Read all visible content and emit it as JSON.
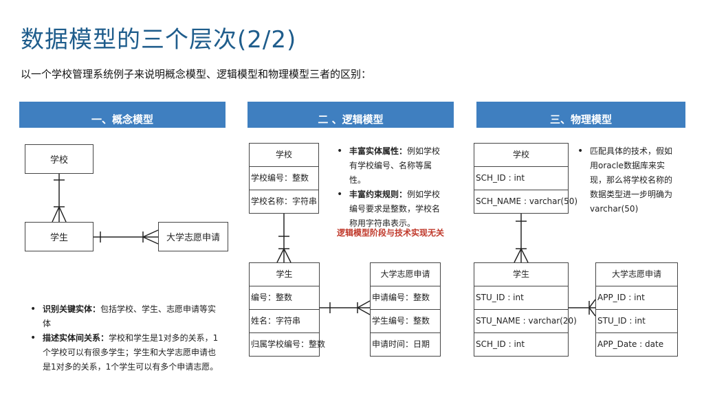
{
  "title": "数据模型的三个层次(2/2)",
  "subtitle": "以一个学校管理系统例子来说明概念模型、逻辑模型和物理模型三者的区别：",
  "headers": {
    "conceptual": "一、概念模型",
    "logical": "二 、逻辑模型",
    "physical": "三、物理模型"
  },
  "conceptual": {
    "school": "学校",
    "student": "学生",
    "application": "大学志愿申请",
    "notes": [
      {
        "bold": "识别关键实体：",
        "text": "包括学校、学生、志愿申请等实体"
      },
      {
        "bold": "描述实体间关系：",
        "text": "学校和学生是1对多的关系，1个学校可以有很多学生；学生和大学志愿申请也是1对多的关系，1个学生可以有多个申请志愿。"
      }
    ]
  },
  "logical": {
    "school": {
      "name": "学校",
      "fields": [
        "学校编号：整数",
        "学校名称：字符串"
      ]
    },
    "student": {
      "name": "学生",
      "fields": [
        "编号：整数",
        "姓名：字符串",
        "归属学校编号：整数"
      ]
    },
    "application": {
      "name": "大学志愿申请",
      "fields": [
        "申请编号：整数",
        "学生编号：整数",
        "申请时间：日期"
      ]
    },
    "notes": [
      {
        "bold": "丰富实体属性：",
        "text": "例如学校有学校编号、名称等属性。"
      },
      {
        "bold": "丰富约束规则：",
        "text": "例如学校编号要求是整数，学校名称用字符串表示。"
      }
    ],
    "remark": "逻辑模型阶段与技术实现无关"
  },
  "physical": {
    "school": {
      "name": "学校",
      "fields": [
        "SCH_ID : int",
        "SCH_NAME : varchar(50)"
      ]
    },
    "student": {
      "name": "学生",
      "fields": [
        "STU_ID : int",
        "STU_NAME : varchar(20)",
        "SCH_ID : int"
      ]
    },
    "application": {
      "name": "大学志愿申请",
      "fields": [
        "APP_ID : int",
        "STU_ID : int",
        "APP_Date : date"
      ]
    },
    "notes": [
      {
        "bold": "",
        "text": "匹配具体的技术，假如用oracle数据库来实现，那么将学校名称的数据类型进一步明确为varchar(50)"
      }
    ]
  }
}
